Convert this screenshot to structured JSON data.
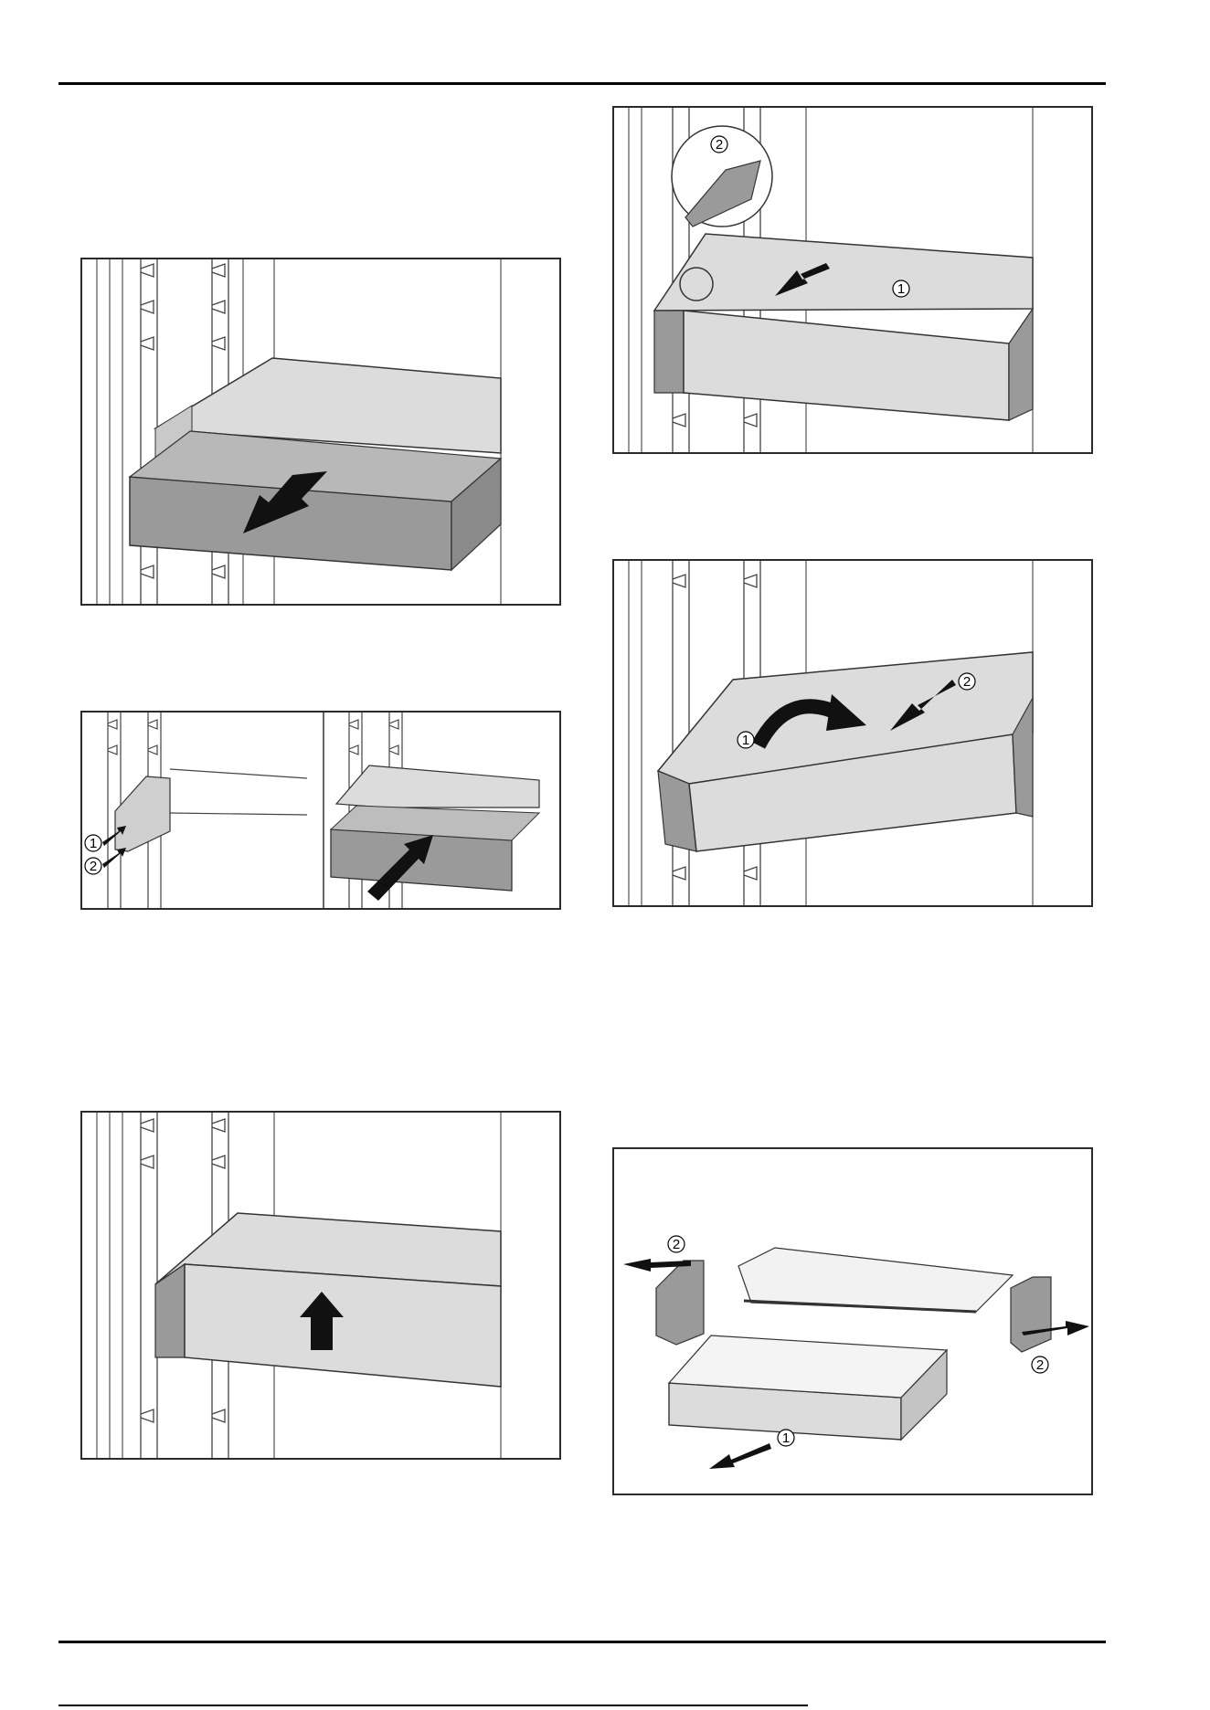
{
  "page": {
    "title": ""
  },
  "figures": [
    {
      "id": "fig-drawer-pull-out",
      "callouts": []
    },
    {
      "id": "fig-rails-and-drawer-insert",
      "callouts": [
        "1",
        "2"
      ]
    },
    {
      "id": "fig-drawer-lift",
      "callouts": []
    },
    {
      "id": "fig-drawer-cover-latch",
      "callouts": [
        "2",
        "1"
      ]
    },
    {
      "id": "fig-drawer-cover-tilt",
      "callouts": [
        "1",
        "2"
      ]
    },
    {
      "id": "fig-drawer-disassembly",
      "callouts": [
        "2",
        "2",
        "1"
      ]
    }
  ],
  "colors": {
    "rule": "#000000",
    "frame": "#2b2b2b",
    "drawer_dark": "#9a9a9a",
    "drawer_light": "#dcdcdc",
    "arrow": "#111111"
  }
}
